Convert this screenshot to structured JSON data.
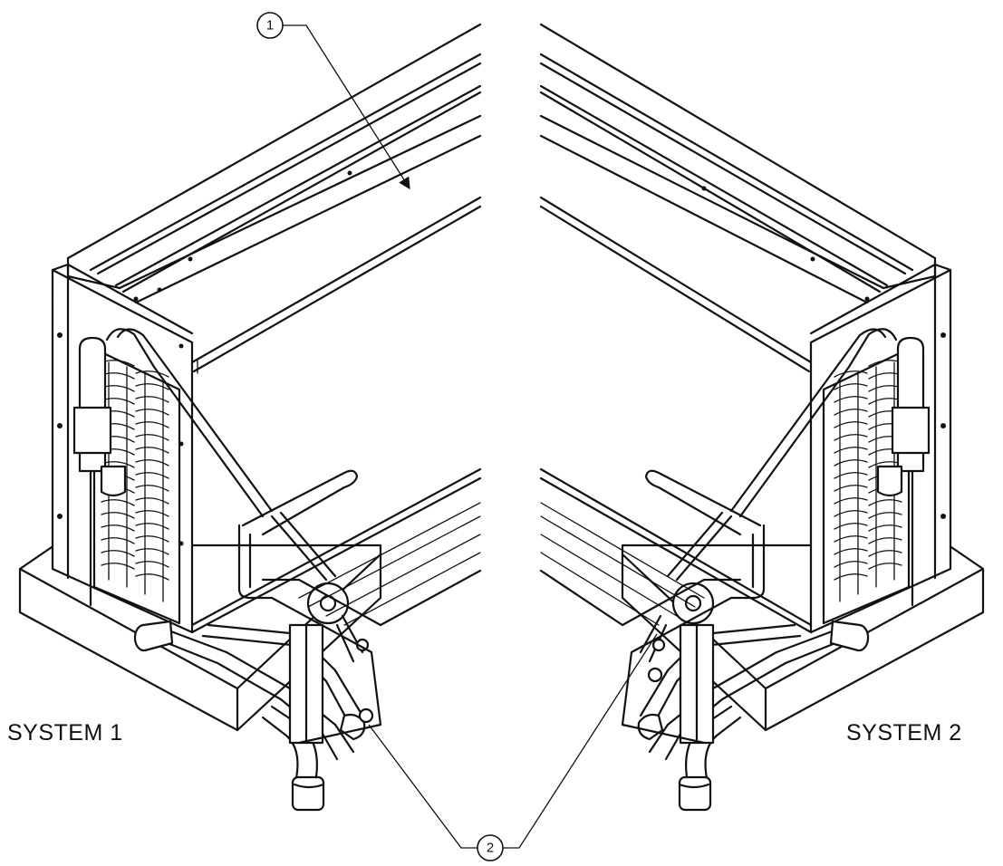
{
  "labels": {
    "system_1": "SYSTEM 1",
    "system_2": "SYSTEM 2"
  },
  "callouts": [
    {
      "id": "1",
      "text": "1"
    },
    {
      "id": "2",
      "text": "2"
    }
  ]
}
